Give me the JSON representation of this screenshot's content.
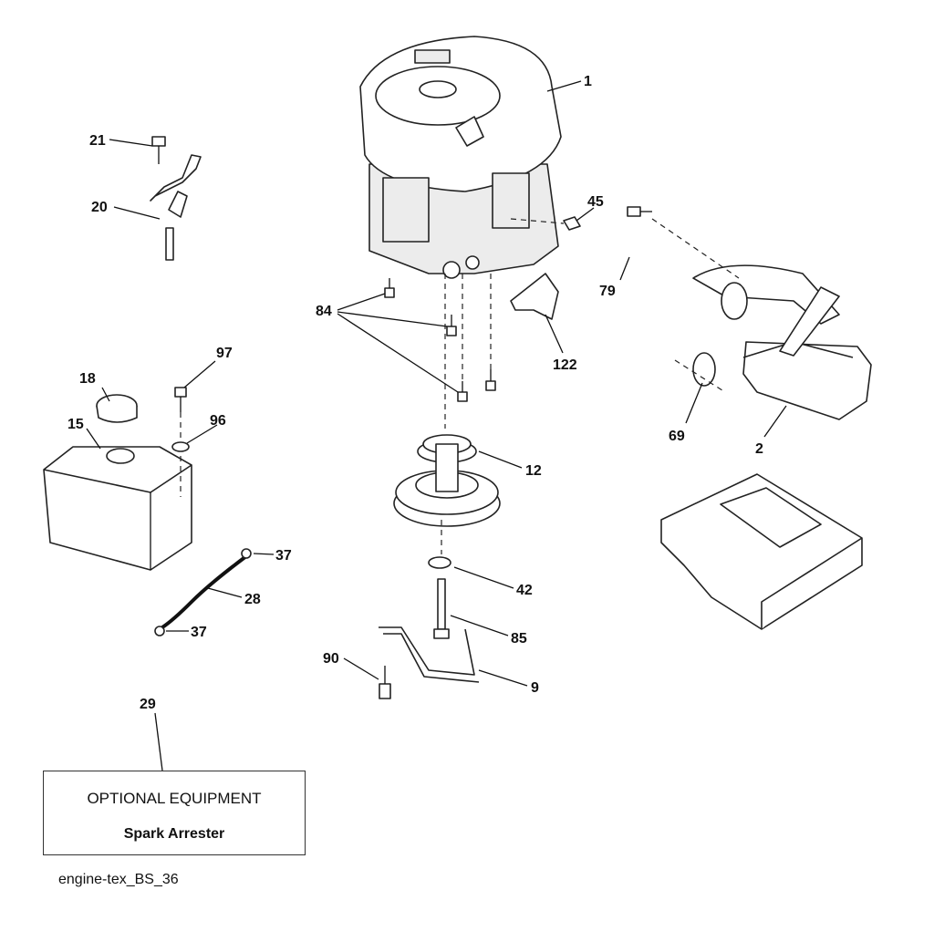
{
  "callouts": {
    "c1": "1",
    "c2": "2",
    "c9": "9",
    "c12": "12",
    "c15": "15",
    "c18": "18",
    "c20": "20",
    "c21": "21",
    "c28": "28",
    "c29": "29",
    "c37a": "37",
    "c37b": "37",
    "c42": "42",
    "c45": "45",
    "c69": "69",
    "c79": "79",
    "c84": "84",
    "c85": "85",
    "c90": "90",
    "c96": "96",
    "c97": "97",
    "c122": "122"
  },
  "optional_box": {
    "title": "OPTIONAL EQUIPMENT",
    "item": "Spark Arrester"
  },
  "file_name": "engine-tex_BS_36"
}
